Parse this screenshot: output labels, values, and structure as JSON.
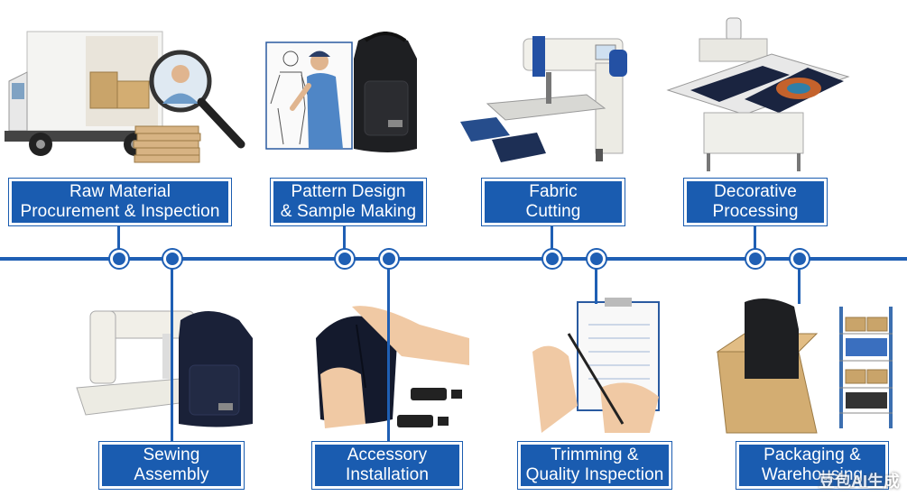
{
  "steps_top": [
    {
      "line1": "Raw Material",
      "line2": "Procurement & Inspection"
    },
    {
      "line1": "Pattern Design",
      "line2": "& Sample Making"
    },
    {
      "line1": "Fabric",
      "line2": "Cutting"
    },
    {
      "line1": "Decorative",
      "line2": "Processing"
    }
  ],
  "steps_bottom": [
    {
      "line1": "Sewing",
      "line2": "Assembly"
    },
    {
      "line1": "Accessory",
      "line2": "Installation"
    },
    {
      "line1": "Trimming &",
      "line2": "Quality Inspection"
    },
    {
      "line1": "Packaging &",
      "line2": "Warehousing"
    }
  ],
  "watermark": "豆包AI生成",
  "colors": {
    "accent": "#1a5cb0",
    "line": "#1f5fb4"
  }
}
